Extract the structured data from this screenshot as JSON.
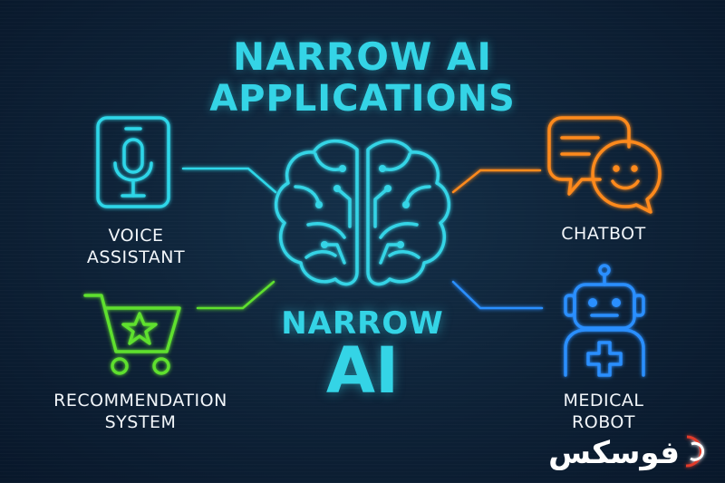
{
  "title": {
    "line1": "NARROW AI",
    "line2": "APPLICATIONS"
  },
  "center": {
    "line1": "NARROW",
    "line2": "AI",
    "icon": "brain-icon"
  },
  "nodes": [
    {
      "id": "voice",
      "line1": "VOICE",
      "line2": "ASSISTANT",
      "icon": "microphone-phone-icon",
      "color": "#2fd6e8"
    },
    {
      "id": "recommend",
      "line1": "RECOMMENDATION",
      "line2": "SYSTEM",
      "icon": "shopping-cart-star-icon",
      "color": "#5ee02e"
    },
    {
      "id": "chatbot",
      "line1": "CHATBOT",
      "icon": "chat-bubbles-smiley-icon",
      "color": "#ff8a1c"
    },
    {
      "id": "medical",
      "line1": "MEDICAL",
      "line2": "ROBOT",
      "icon": "robot-medical-cross-icon",
      "color": "#2b8fff"
    }
  ],
  "colors": {
    "accent": "#34d4e6",
    "background": "#0d2136"
  },
  "logo": {
    "text": "فوسكس",
    "icon": "logo-mark"
  }
}
